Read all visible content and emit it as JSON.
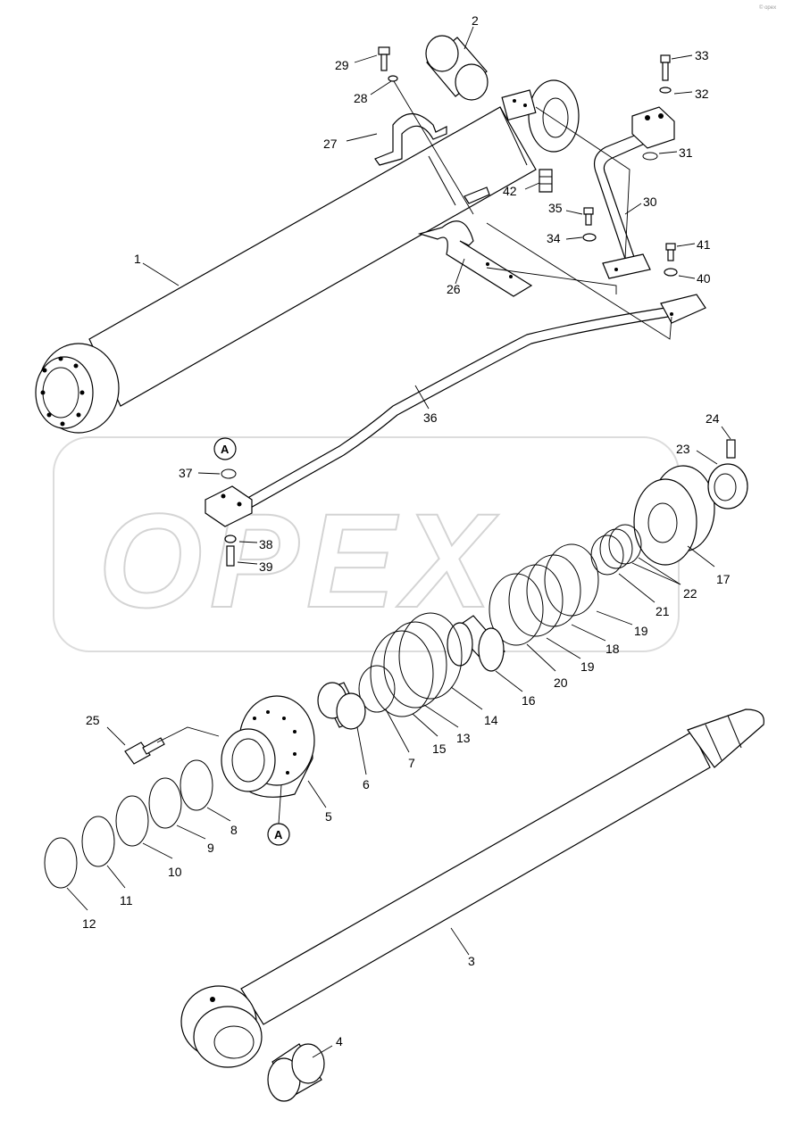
{
  "watermark": {
    "text": "OPEX"
  },
  "corner_code": "© opex",
  "reference_mark": "A",
  "callouts": {
    "c1": "1",
    "c2": "2",
    "c3": "3",
    "c4": "4",
    "c5": "5",
    "c6": "6",
    "c7": "7",
    "c8": "8",
    "c9": "9",
    "c10": "10",
    "c11": "11",
    "c12": "12",
    "c13": "13",
    "c14": "14",
    "c15": "15",
    "c16": "16",
    "c17": "17",
    "c18": "18",
    "c19a": "19",
    "c19b": "19",
    "c20": "20",
    "c21": "21",
    "c22": "22",
    "c23": "23",
    "c24": "24",
    "c25": "25",
    "c26": "26",
    "c27": "27",
    "c28": "28",
    "c29": "29",
    "c30": "30",
    "c31": "31",
    "c32": "32",
    "c33": "33",
    "c34": "34",
    "c35": "35",
    "c36": "36",
    "c37": "37",
    "c38": "38",
    "c39": "39",
    "c40": "40",
    "c41": "41",
    "c42": "42"
  }
}
